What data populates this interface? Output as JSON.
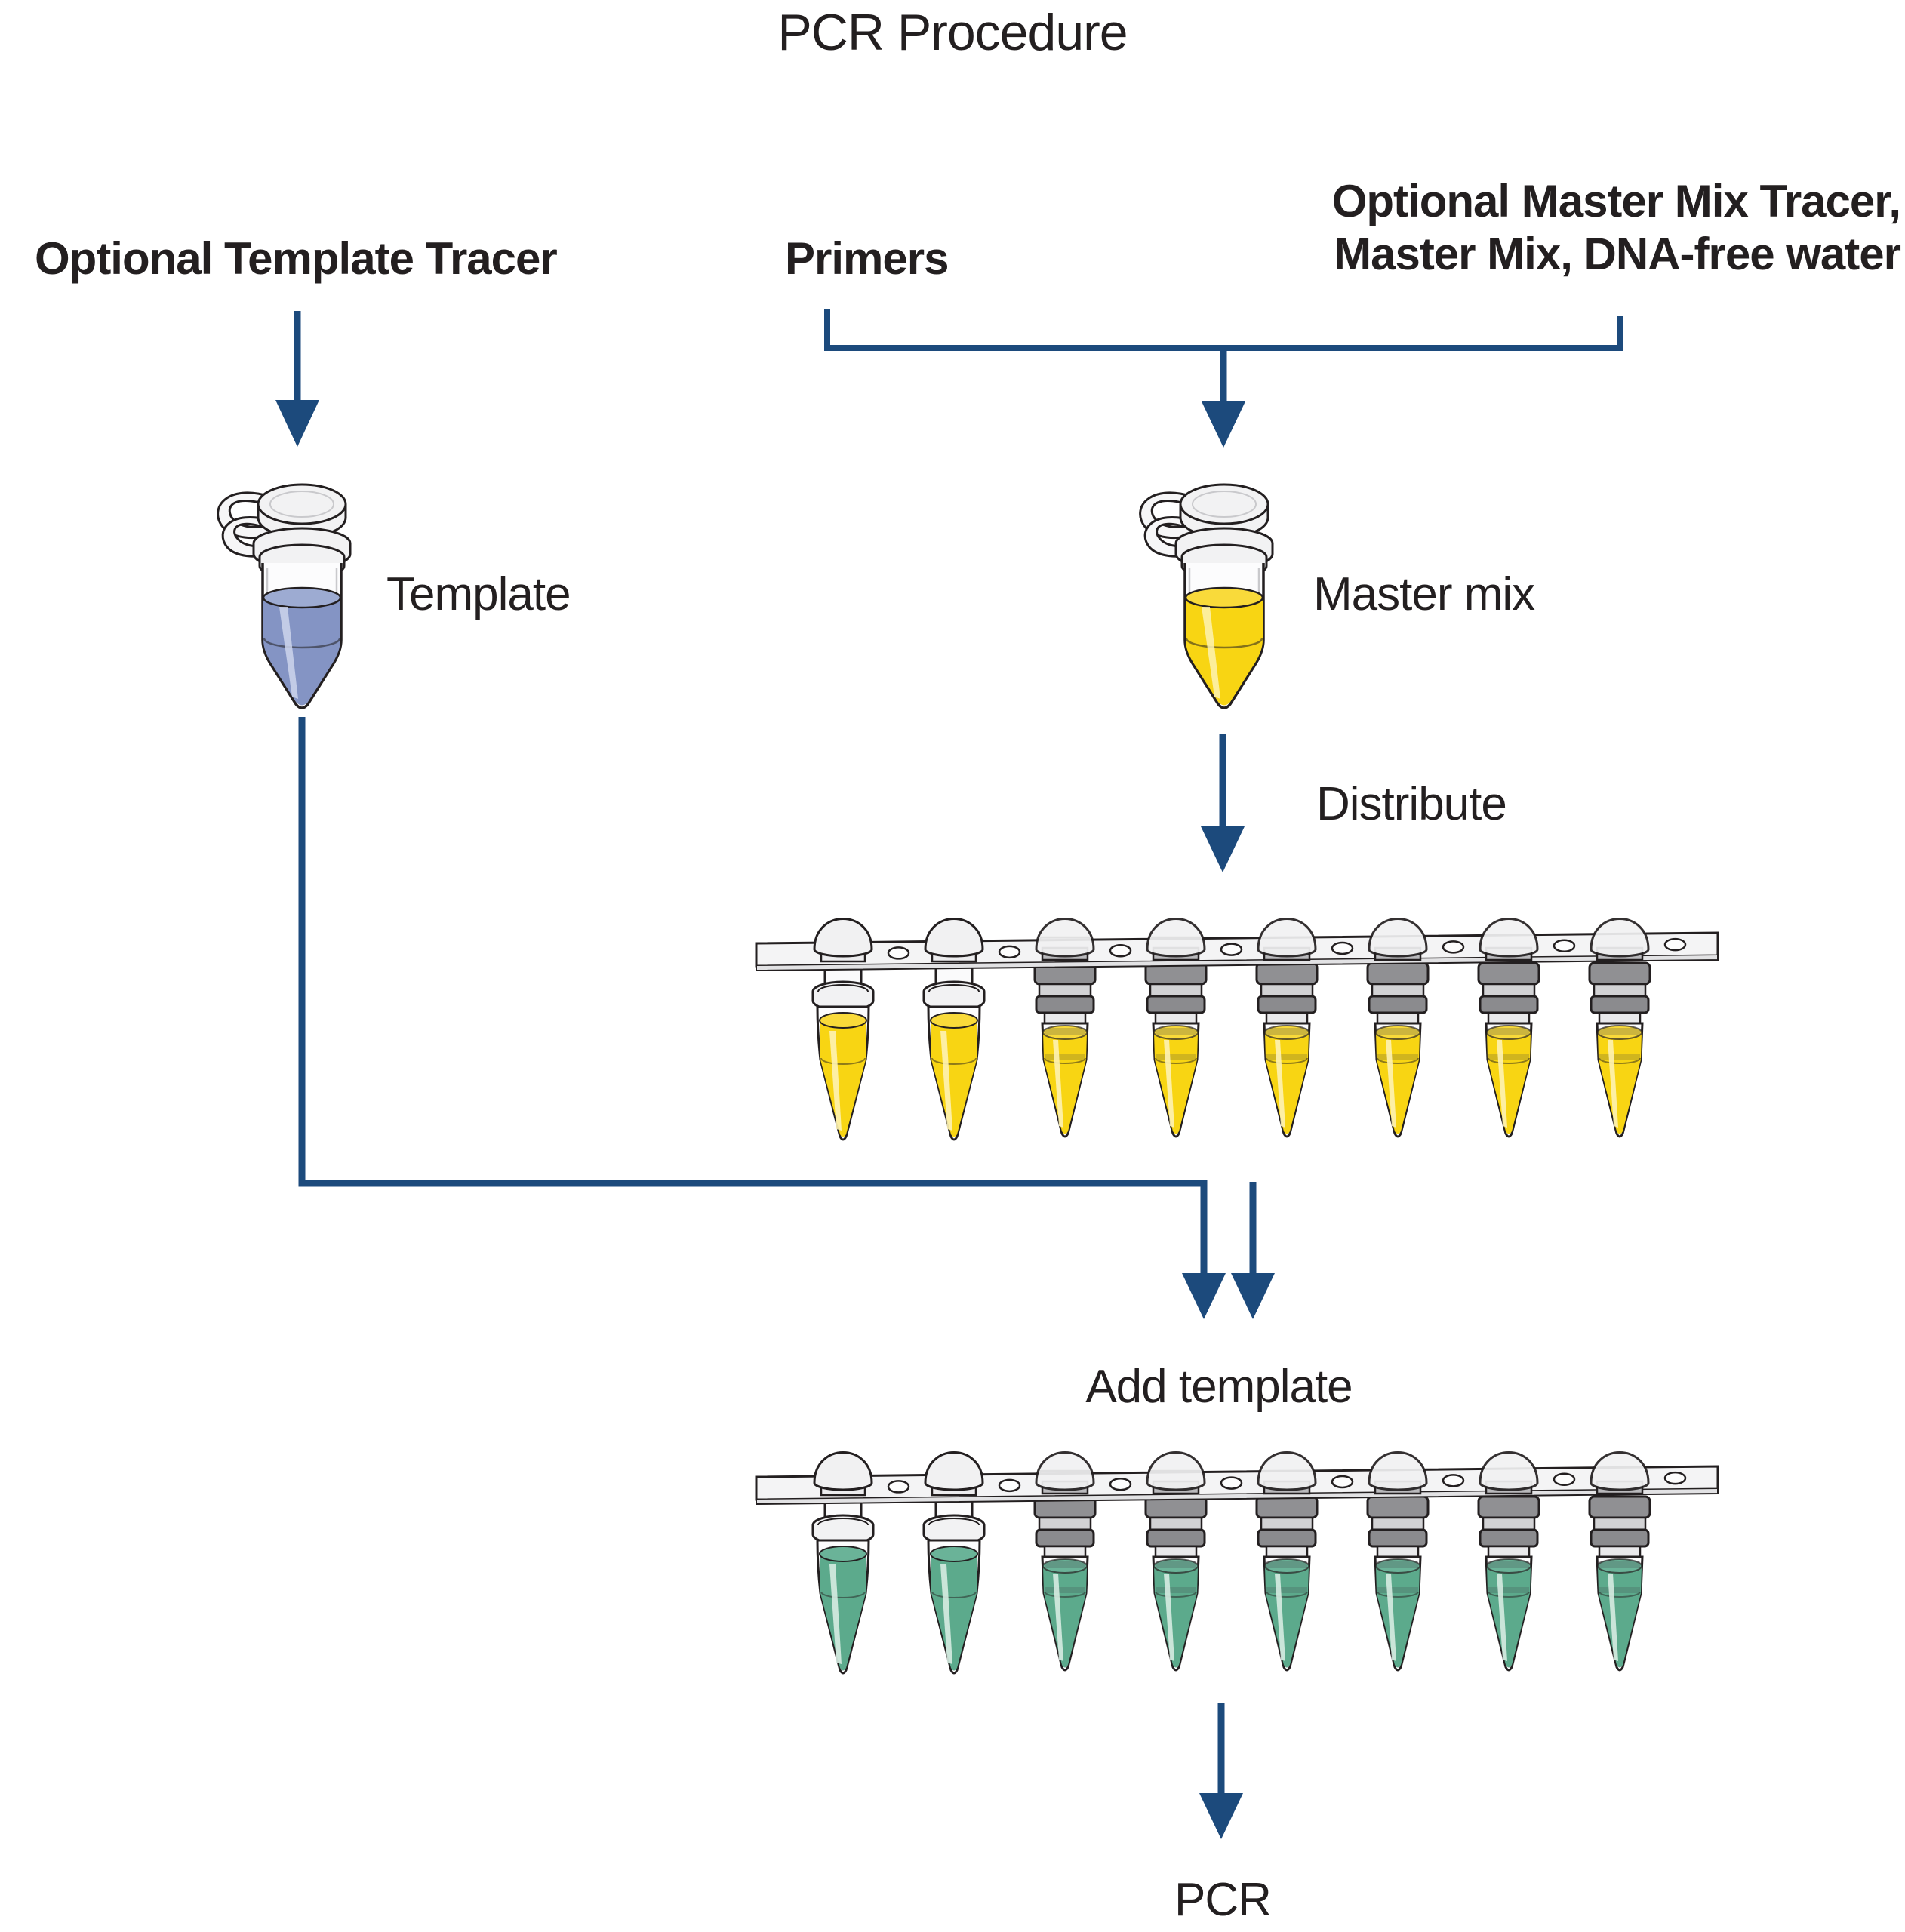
{
  "title": "PCR Procedure",
  "labels": {
    "optional_template_tracer": "Optional Template Tracer",
    "primers": "Primers",
    "optional_master_mix_line1": "Optional Master Mix Tracer,",
    "optional_master_mix_line2": "Master Mix, DNA-free water",
    "template": "Template",
    "master_mix": "Master mix",
    "distribute": "Distribute",
    "add_template": "Add template",
    "pcr": "PCR"
  },
  "strips": {
    "tube_count": 8,
    "open_cap_count": 2
  },
  "colors": {
    "arrow_navy": "#1c4a7c",
    "text_black": "#231f20",
    "template_liquid": "#8494c4",
    "template_liquid_surface": "#9dabd2",
    "template_liquid_highlight": "#cdd5ec",
    "master_mix_liquid": "#f8d513",
    "master_mix_liquid_surface": "#f9da3a",
    "master_mix_liquid_highlight": "#fdf2b4",
    "reaction_liquid": "#5caa8c",
    "reaction_liquid_surface": "#6ab398",
    "reaction_liquid_highlight": "#d6ebe1"
  }
}
